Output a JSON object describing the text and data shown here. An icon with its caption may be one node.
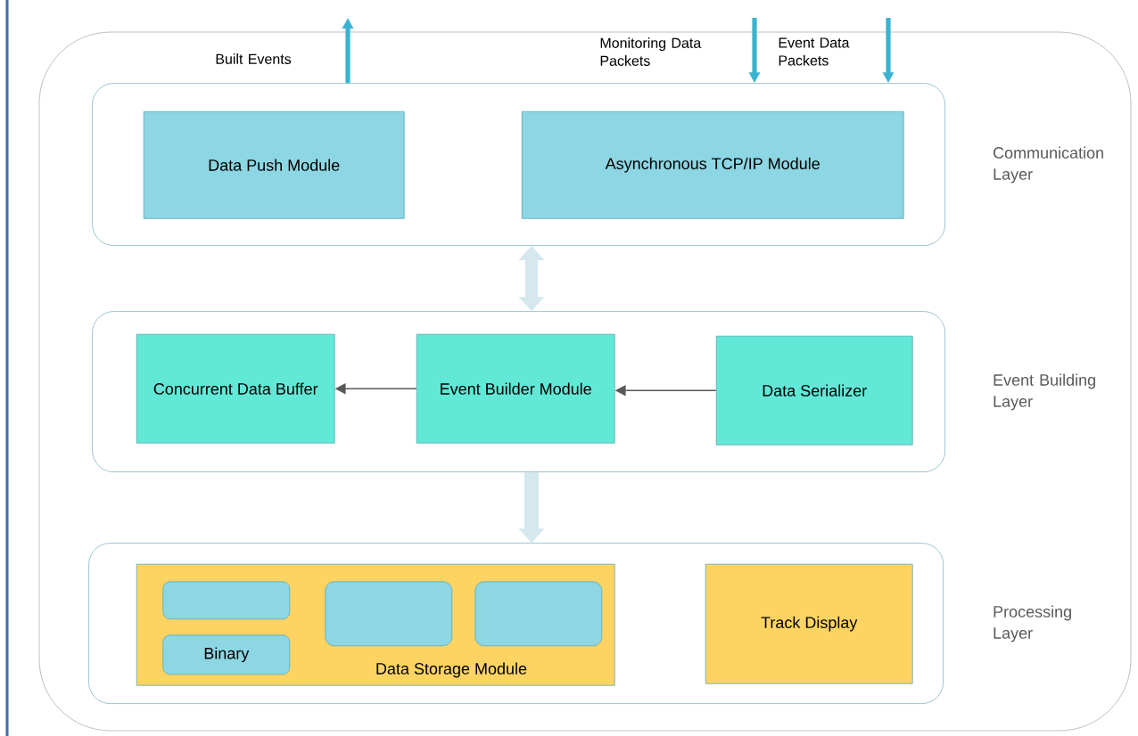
{
  "diagram": {
    "nodes": [
      {
        "text": [],
        "shape": "box"
      },
      {
        "text": [
          "Communication Layer"
        ],
        "in": 0
      },
      {
        "text": [
          "Data Push Module"
        ],
        "in": 1
      },
      {
        "text": [
          "Asynchronous TCP/IP Module"
        ],
        "in": 1
      },
      {
        "text": [
          "Event Building Layer"
        ],
        "in": 0
      },
      {
        "text": [
          "Concurrent Data Buffer"
        ],
        "in": 4
      },
      {
        "text": [
          "Event Builder Module"
        ],
        "in": 4
      },
      {
        "text": [
          "Data Serializer"
        ],
        "in": 4
      },
      {
        "text": [
          "Processing Layer"
        ],
        "in": 0
      },
      {
        "text": [
          "Data Storage Module"
        ],
        "in": 8
      },
      {
        "text": [],
        "shape": "box",
        "in": 9
      },
      {
        "text": [],
        "shape": "box",
        "in": 9
      },
      {
        "text": [],
        "shape": "box",
        "in": 9
      },
      {
        "text": [
          "Binary"
        ],
        "in": 9
      },
      {
        "text": [
          "Track Display"
        ],
        "in": 8
      }
    ],
    "edges": [
      {
        "from": 1,
        "to": null,
        "arrow": "to",
        "label": "Built Events",
        "color": "#3bb3cf"
      },
      {
        "from": null,
        "to": 1,
        "arrow": "to",
        "label": "Monitoring Data Packets",
        "color": "#3bb3cf"
      },
      {
        "from": null,
        "to": 1,
        "arrow": "to",
        "label": "Event Data Packets",
        "color": "#3bb3cf"
      },
      {
        "from": 1,
        "to": 4,
        "arrow": "both",
        "style": "thick",
        "color": "#d4e8ee"
      },
      {
        "from": 7,
        "to": 6,
        "arrow": "to",
        "color": "#595959"
      },
      {
        "from": 6,
        "to": 5,
        "arrow": "to",
        "color": "#595959"
      },
      {
        "from": 4,
        "to": 8,
        "arrow": "to",
        "style": "thick",
        "color": "#d4e8ee"
      }
    ]
  }
}
